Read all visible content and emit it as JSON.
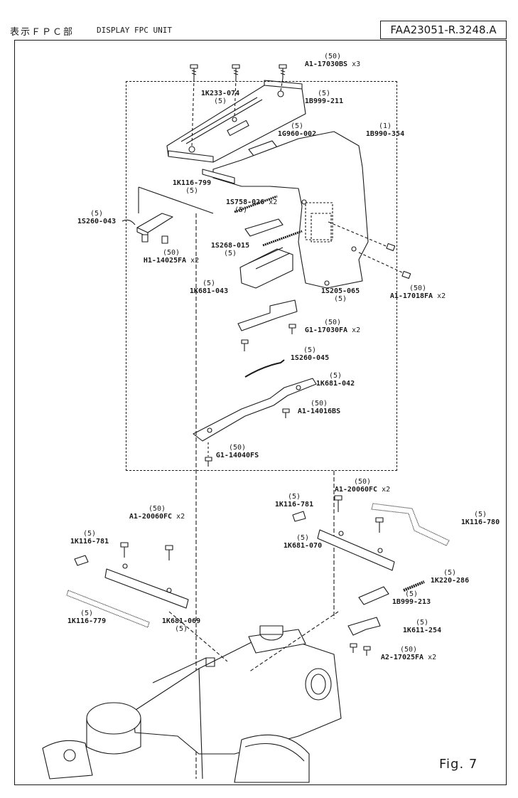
{
  "header": {
    "title_jp": "表示ＦＰＣ部",
    "title_en": "DISPLAY FPC UNIT",
    "reference": "FAA23051-R.3248.A"
  },
  "figure_label": "Fig. 7",
  "parts": [
    {
      "id": "p01",
      "qty": "(50)",
      "part": "A1-17030BS",
      "count": "x3"
    },
    {
      "id": "p02",
      "qty": "",
      "part": "1K233-074",
      "count": ""
    },
    {
      "id": "p03",
      "qty": "(5)",
      "part": "",
      "count": ""
    },
    {
      "id": "p04",
      "qty": "(5)",
      "part": "1B999-211",
      "count": ""
    },
    {
      "id": "p05",
      "qty": "(5)",
      "part": "1G960-002",
      "count": ""
    },
    {
      "id": "p06",
      "qty": "(1)",
      "part": "1B990-354",
      "count": ""
    },
    {
      "id": "p07",
      "qty": "",
      "part": "1K116-799",
      "count": ""
    },
    {
      "id": "p08",
      "qty": "(5)",
      "part": "",
      "count": ""
    },
    {
      "id": "p09",
      "qty": "(5)",
      "part": "1S260-043",
      "count": ""
    },
    {
      "id": "p10",
      "qty": "(5)",
      "part": "1S758-026",
      "count": "x2"
    },
    {
      "id": "p11",
      "qty": "(5)",
      "part": "1S268-015",
      "count": ""
    },
    {
      "id": "p12",
      "qty": "(50)",
      "part": "H1-14025FA",
      "count": "x2"
    },
    {
      "id": "p13",
      "qty": "(5)",
      "part": "1K681-043",
      "count": ""
    },
    {
      "id": "p14",
      "qty": "(5)",
      "part": "1S205-065",
      "count": ""
    },
    {
      "id": "p15",
      "qty": "(50)",
      "part": "A1-17018FA",
      "count": "x2"
    },
    {
      "id": "p16",
      "qty": "(50)",
      "part": "G1-17030FA",
      "count": "x2"
    },
    {
      "id": "p17",
      "qty": "(5)",
      "part": "1S260-045",
      "count": ""
    },
    {
      "id": "p18",
      "qty": "(5)",
      "part": "1K681-042",
      "count": ""
    },
    {
      "id": "p19",
      "qty": "(50)",
      "part": "A1-14016BS",
      "count": ""
    },
    {
      "id": "p20",
      "qty": "(50)",
      "part": "G1-14040FS",
      "count": ""
    },
    {
      "id": "p21",
      "qty": "(50)",
      "part": "A1-20060FC",
      "count": "x2"
    },
    {
      "id": "p22",
      "qty": "(5)",
      "part": "1K116-781",
      "count": ""
    },
    {
      "id": "p23",
      "qty": "(5)",
      "part": "1K116-780",
      "count": ""
    },
    {
      "id": "p24",
      "qty": "(5)",
      "part": "1K681-070",
      "count": ""
    },
    {
      "id": "p25",
      "qty": "(50)",
      "part": "A1-20060FC",
      "count": "x2"
    },
    {
      "id": "p26",
      "qty": "(5)",
      "part": "1K116-781",
      "count": ""
    },
    {
      "id": "p27",
      "qty": "(5)",
      "part": "1K220-286",
      "count": ""
    },
    {
      "id": "p28",
      "qty": "(5)",
      "part": "1B999-213",
      "count": ""
    },
    {
      "id": "p29",
      "qty": "(5)",
      "part": "1K116-779",
      "count": ""
    },
    {
      "id": "p30",
      "qty": "",
      "part": "1K681-069",
      "count": ""
    },
    {
      "id": "p31",
      "qty": "(5)",
      "part": "",
      "count": ""
    },
    {
      "id": "p32",
      "qty": "(5)",
      "part": "1K611-254",
      "count": ""
    },
    {
      "id": "p33",
      "qty": "(50)",
      "part": "A2-17025FA",
      "count": "x2"
    }
  ]
}
